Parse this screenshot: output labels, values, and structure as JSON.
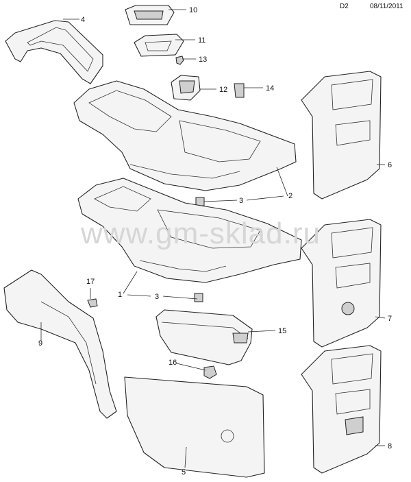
{
  "header": {
    "code": "D2",
    "date": "08/11/2011"
  },
  "watermark": "www.gm-sklad.ru",
  "callouts": [
    "1",
    "2",
    "3",
    "3",
    "4",
    "5",
    "6",
    "7",
    "8",
    "9",
    "10",
    "11",
    "12",
    "13",
    "14",
    "15",
    "16",
    "17"
  ]
}
